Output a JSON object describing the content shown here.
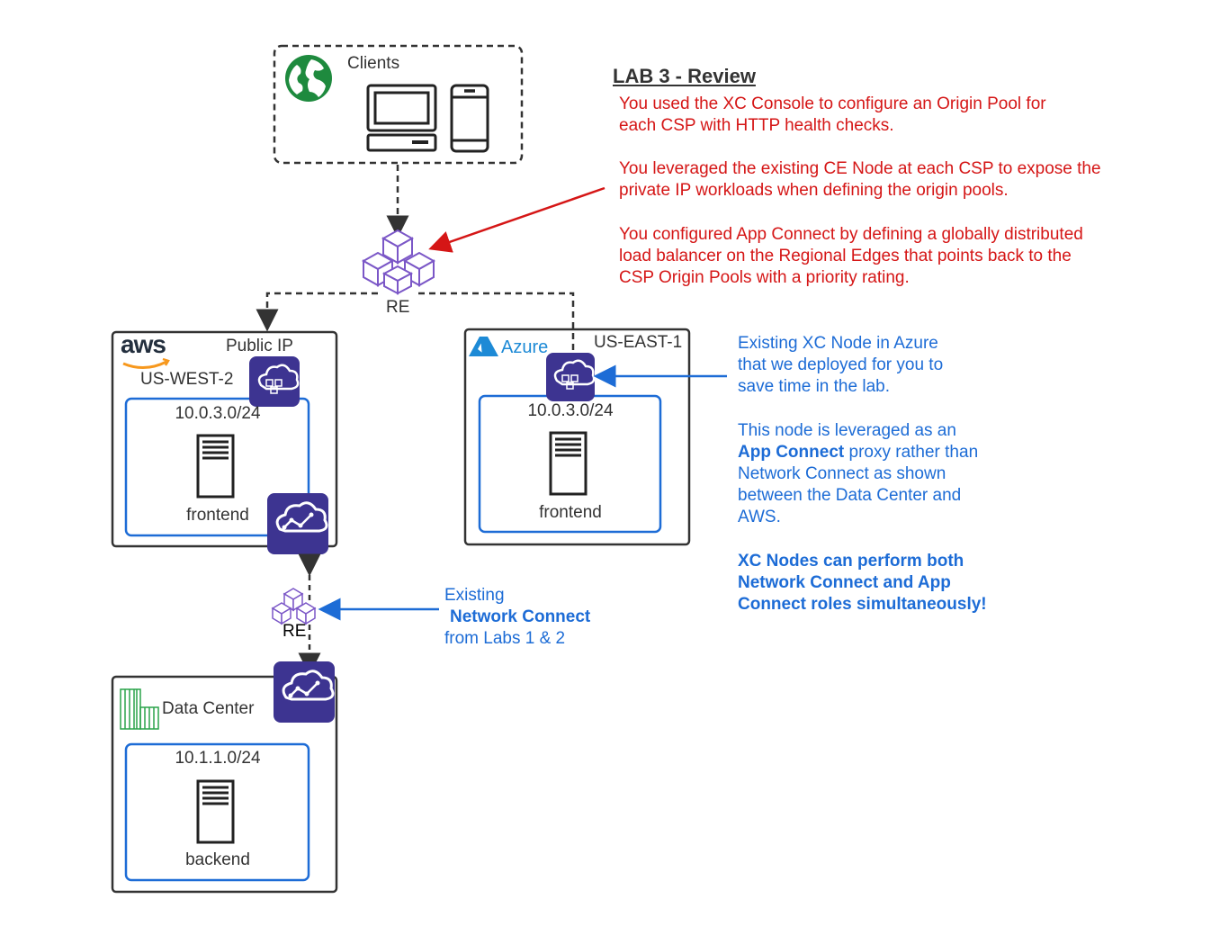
{
  "clients": {
    "label": "Clients"
  },
  "re_top": {
    "label": "RE"
  },
  "re_mid": {
    "label": "RE"
  },
  "aws": {
    "logo_text": "aws",
    "public_ip": "Public IP",
    "region": "US-WEST-2",
    "subnet": "10.0.3.0/24",
    "server": "frontend"
  },
  "azure": {
    "logo_text": "Azure",
    "region": "US-EAST-1",
    "subnet": "10.0.3.0/24",
    "server": "frontend"
  },
  "datacenter": {
    "label": "Data Center",
    "subnet": "10.1.1.0/24",
    "server": "backend"
  },
  "review": {
    "title": "LAB 3 - Review",
    "p1": "You used the XC Console to configure an Origin Pool for each CSP with HTTP health checks.",
    "p2": "You leveraged the existing CE Node at each CSP to expose the private IP workloads when defining the origin pools.",
    "p3": "You configured App Connect by defining a globally distributed load balancer on the Regional Edges that points back to the CSP Origin Pools with a priority rating."
  },
  "azure_note": {
    "p1": "Existing XC Node in Azure that we deployed for you to save time in the lab.",
    "p2_pre": "This node is leveraged as an",
    "p2_bold": "App Connect",
    "p2_post": "proxy rather than Network Connect as shown between the Data Center and AWS.",
    "p3": "XC Nodes can perform both Network Connect and App Connect roles simultaneously!"
  },
  "nc_note": {
    "line1": "Existing",
    "line2": "Network Connect",
    "line3": "from Labs 1 & 2"
  },
  "colors": {
    "red_text": "#d51616",
    "blue_text": "#1d6cd6",
    "node_purple": "#3d3491",
    "subnet_blue": "#1d6cd6",
    "re_icon": "#7b57c7",
    "globe_green": "#1e8a3e"
  }
}
